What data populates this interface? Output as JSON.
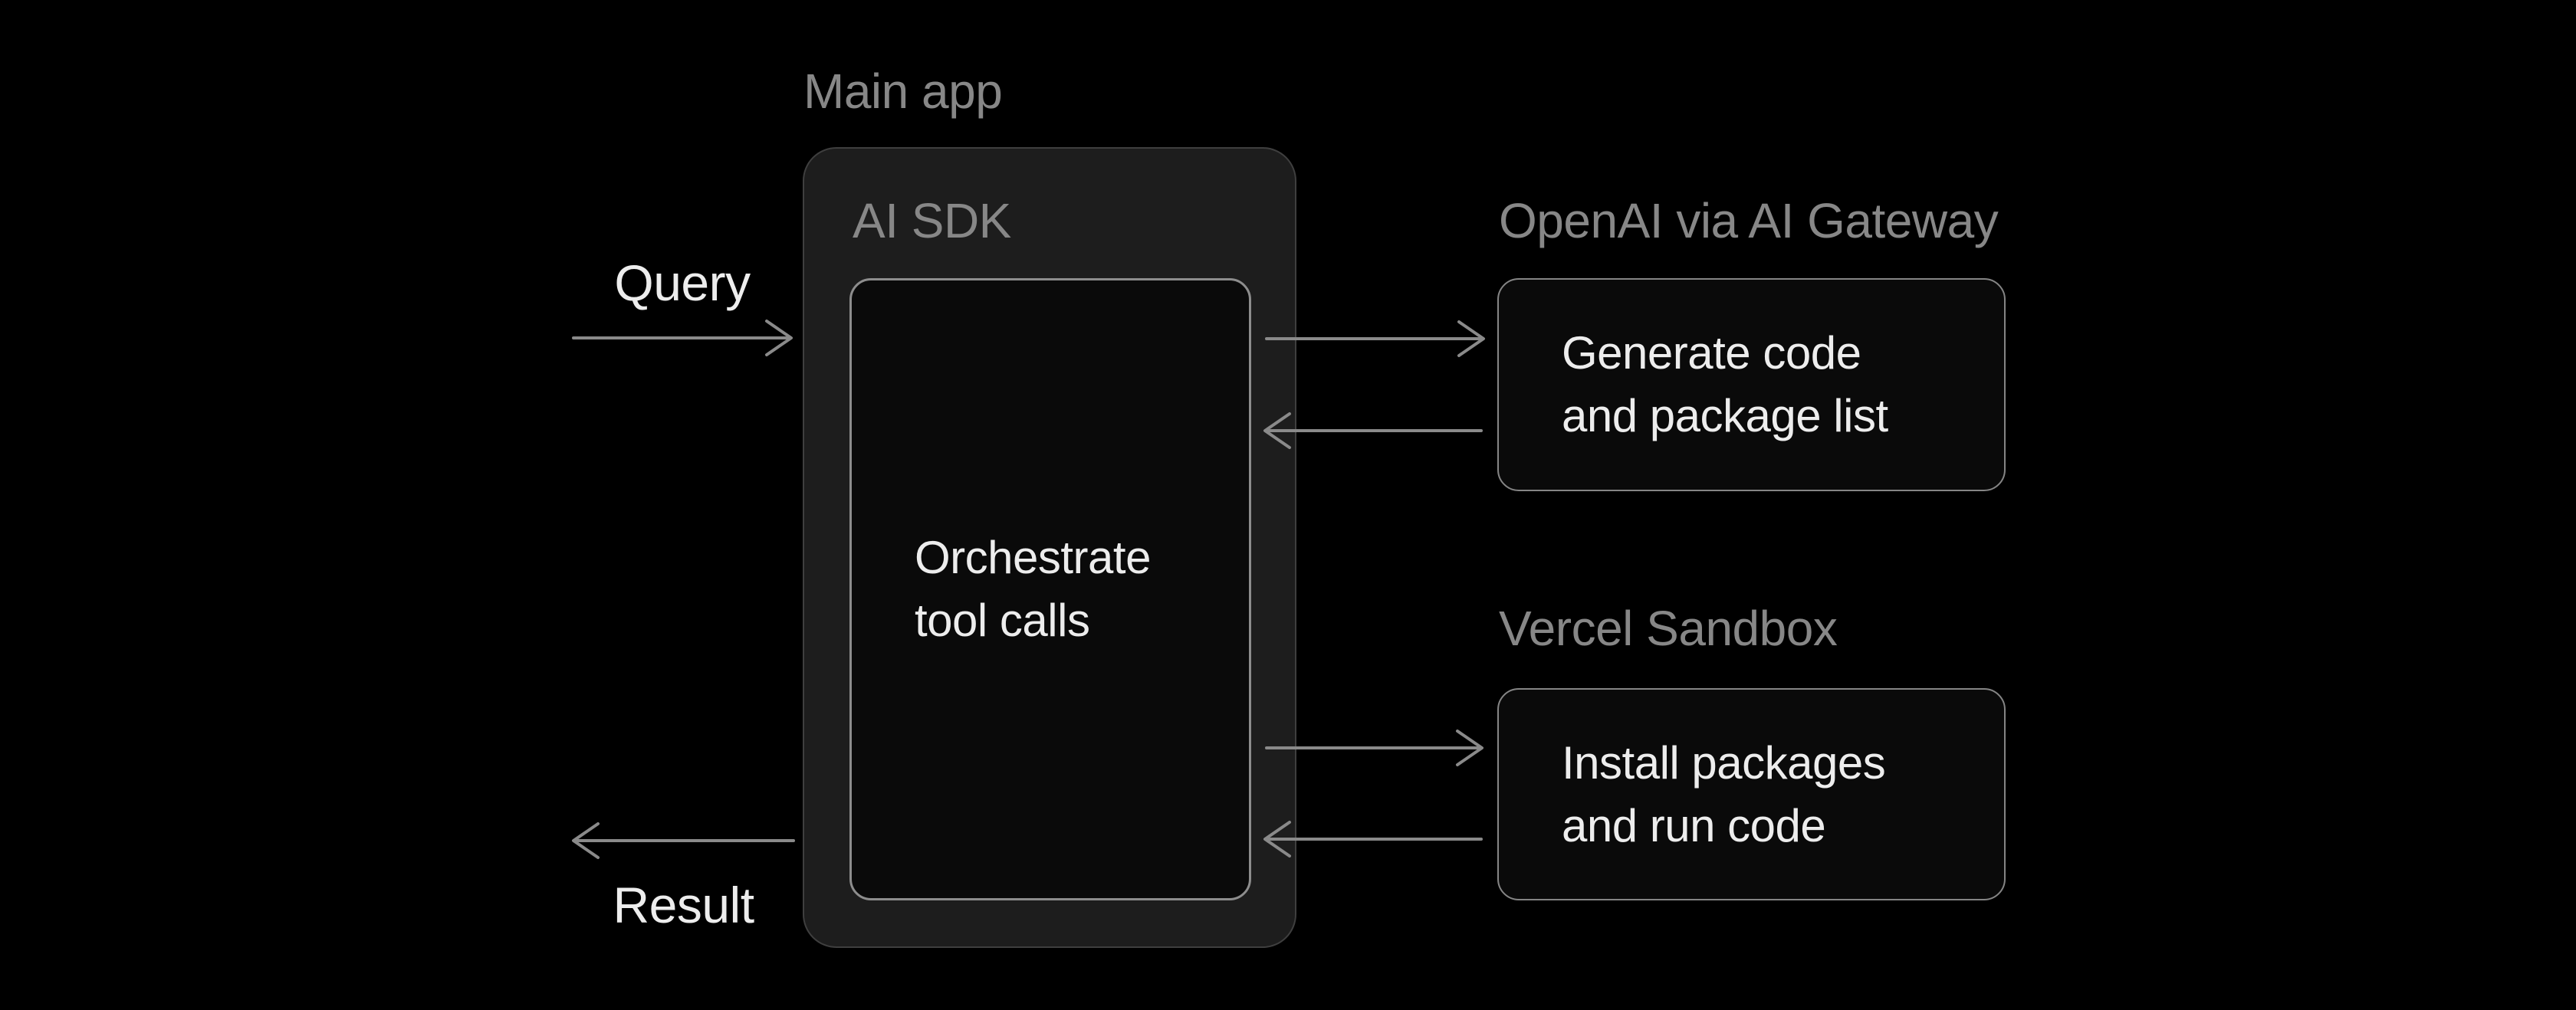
{
  "canvas": {
    "background": "#000000"
  },
  "colors": {
    "label_gray": "#878787",
    "text_white": "#ededed",
    "arrow_gray": "#8a8a8a",
    "outer_box_fill": "#1d1d1d",
    "outer_box_border": "#3f3f3f",
    "node_fill": "#0a0a0a",
    "node_border": "#8d8d8d"
  },
  "diagram": {
    "main_app": {
      "label": "Main app",
      "sdk_label": "AI SDK",
      "sdk_body_lines": [
        "Orchestrate",
        "tool calls"
      ]
    },
    "openai": {
      "label": "OpenAI via AI Gateway",
      "body_lines": [
        "Generate code",
        "and package list"
      ]
    },
    "sandbox": {
      "label": "Vercel Sandbox",
      "body_lines": [
        "Install packages",
        "and run code"
      ]
    },
    "flows": {
      "query": "Query",
      "result": "Result"
    },
    "connections": [
      {
        "name": "query-arrow",
        "from": "user",
        "to": "main-app",
        "label": "Query"
      },
      {
        "name": "result-arrow",
        "from": "main-app",
        "to": "user",
        "label": "Result"
      },
      {
        "name": "sdk-to-openai-arrow",
        "from": "ai-sdk",
        "to": "openai-gateway"
      },
      {
        "name": "openai-to-sdk-arrow",
        "from": "openai-gateway",
        "to": "ai-sdk"
      },
      {
        "name": "sdk-to-sandbox-arrow",
        "from": "ai-sdk",
        "to": "vercel-sandbox"
      },
      {
        "name": "sandbox-to-sdk-arrow",
        "from": "vercel-sandbox",
        "to": "ai-sdk"
      }
    ]
  }
}
